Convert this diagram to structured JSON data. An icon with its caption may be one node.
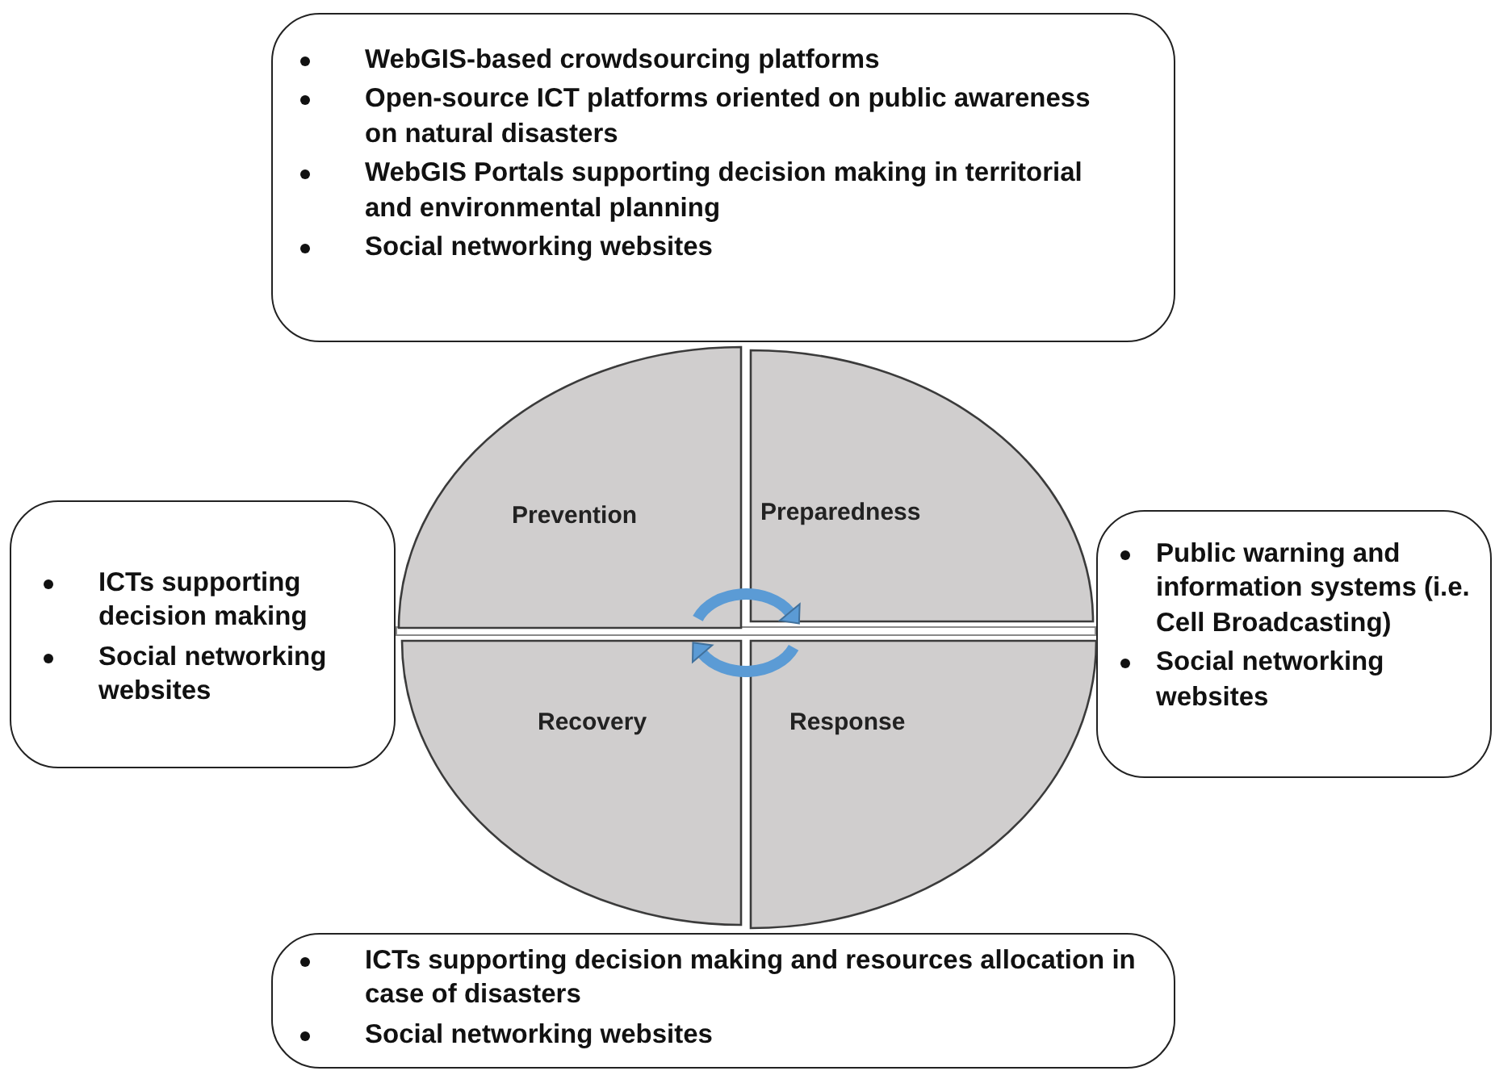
{
  "diagram": {
    "nodes": [
      {
        "text": [
          "WebGIS-based crowdsourcing platforms",
          "Open-source ICT platforms oriented on public awareness on natural disasters",
          "WebGIS Portals supporting decision making in territorial and environmental planning",
          "Social networking websites"
        ]
      },
      {
        "text": [
          "ICTs supporting decision making",
          "Social networking websites"
        ]
      },
      {
        "text": [
          "Public warning and information systems (i.e. Cell Broadcasting)",
          "Social networking websites"
        ]
      },
      {
        "text": [
          "ICTs supporting decision making and resources allocation in case of disasters",
          "Social networking websites"
        ]
      },
      {
        "text": [
          "Prevention"
        ]
      },
      {
        "text": [
          "Preparedness"
        ]
      },
      {
        "text": [
          "Recovery"
        ]
      },
      {
        "text": [
          "Response"
        ]
      }
    ],
    "edges": [
      {
        "from": 4,
        "to": 5,
        "arrow": "to"
      },
      {
        "from": 7,
        "to": 6,
        "arrow": "to"
      }
    ]
  }
}
